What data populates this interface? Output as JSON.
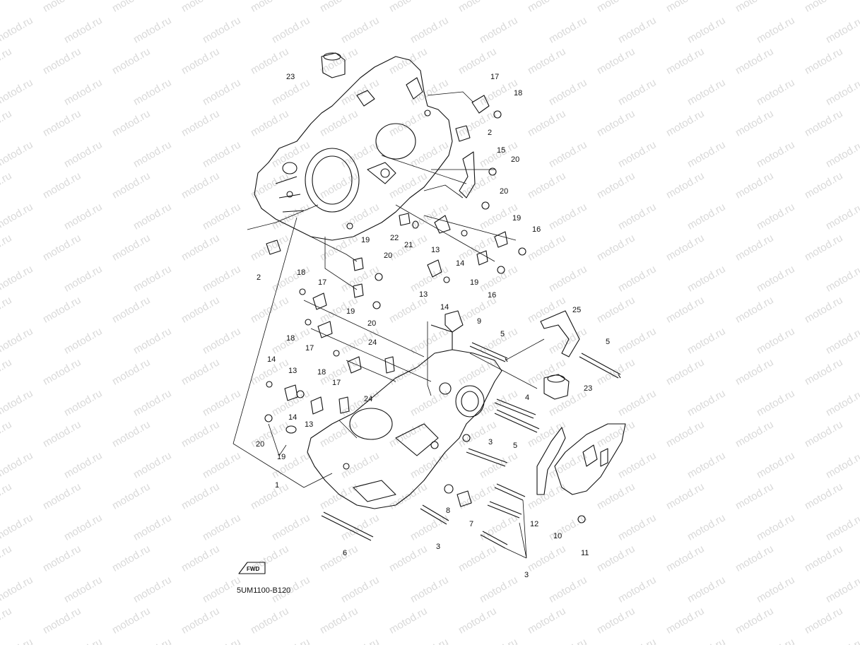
{
  "watermark": {
    "text": "motod.ru"
  },
  "diagram": {
    "code": "5UM1100-B120",
    "fwd_label": "FWD",
    "part_numbers": [
      "1",
      "2",
      "3",
      "4",
      "5",
      "6",
      "7",
      "8",
      "9",
      "10",
      "11",
      "12",
      "13",
      "14",
      "15",
      "16",
      "17",
      "18",
      "19",
      "20",
      "21",
      "22",
      "23",
      "24",
      "25"
    ]
  },
  "colors": {
    "line": "#111111",
    "watermark": "#d9d9d9",
    "background": "#ffffff"
  }
}
